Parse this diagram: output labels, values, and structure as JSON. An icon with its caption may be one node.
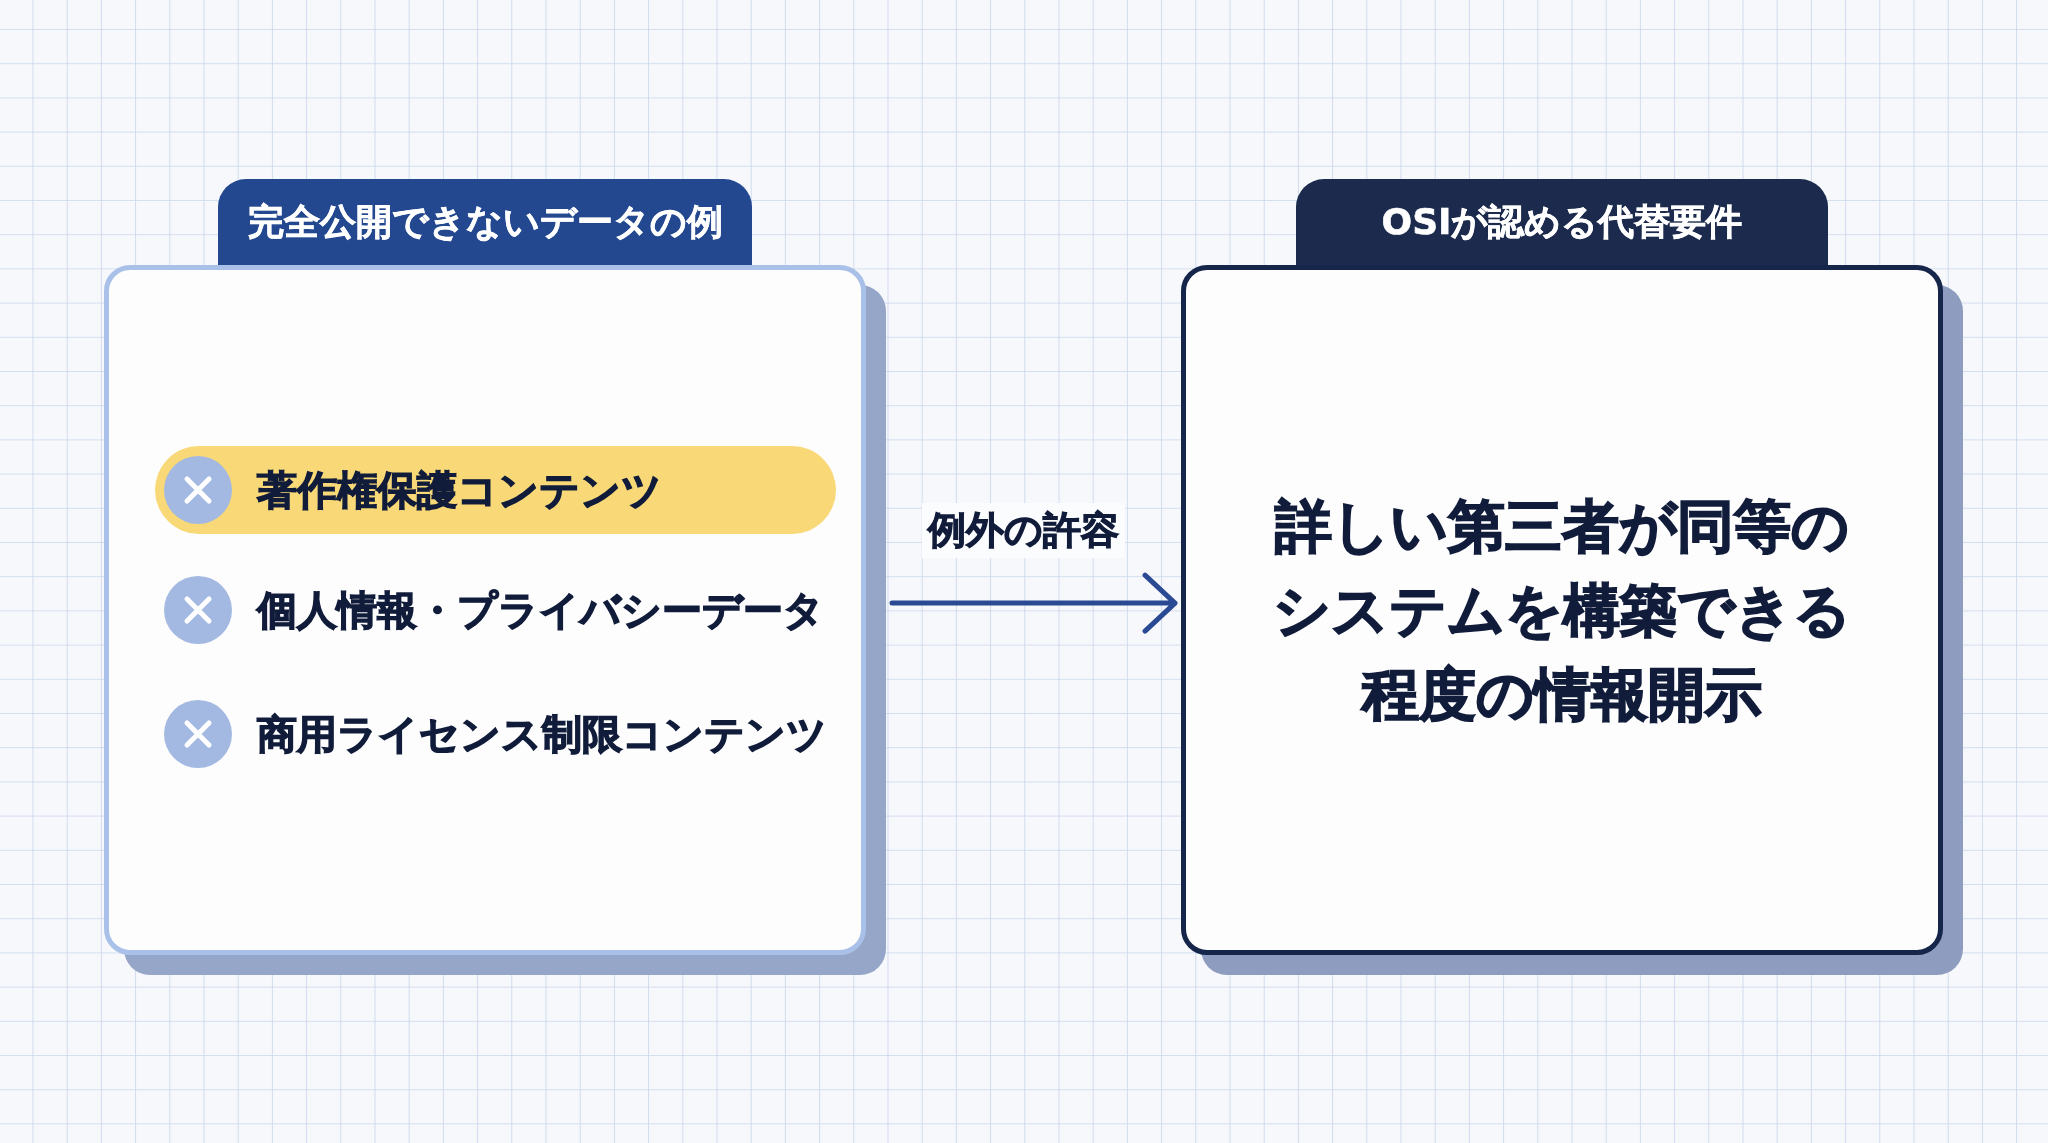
{
  "diagram": {
    "nodes": [
      {
        "text": [
          "完全公開できないデータの例"
        ]
      },
      {
        "text": [
          "著作権保護コンテンツ"
        ],
        "in": 0
      },
      {
        "text": [
          "OSIが認める代替要件",
          "詳しい第三者が同等のシステムを構築できる程度の情報開示"
        ]
      }
    ],
    "edges": [
      {
        "from": 0,
        "to": 2,
        "arrow": "to",
        "label": "例外の許容"
      }
    ],
    "labels": [
      "個人情報・プライバシーデータ",
      "商用ライセンス制限コンテンツ"
    ]
  }
}
